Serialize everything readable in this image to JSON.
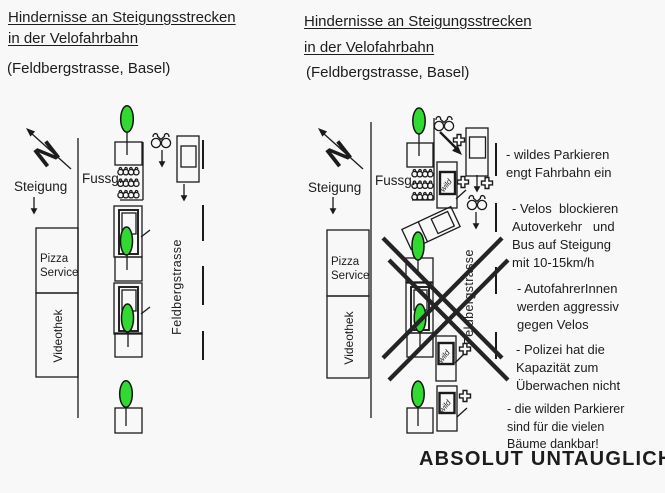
{
  "colors": {
    "background": "#f8f8f8",
    "tree_green": "#32d932",
    "ink": "#1a1a1a"
  },
  "left_panel": {
    "title_line1": "Hindernisse an Steigungsstrecken",
    "title_line2": "in der Velofahrbahn",
    "subtitle": "(Feldbergstrasse, Basel)",
    "labels": {
      "north": "N",
      "steigung": "Steigung",
      "fussg": "Fussg.",
      "pizza_line1": "Pizza",
      "pizza_line2": "Service",
      "videothek": "Videothek",
      "street": "Feldbergstrasse"
    }
  },
  "right_panel": {
    "title_line1": "Hindernisse an Steigungsstrecken",
    "title_line2": "in der Velofahrbahn",
    "subtitle": "(Feldbergstrasse, Basel)",
    "labels": {
      "north": "N",
      "steigung": "Steigung",
      "fussg": "Fussg.",
      "pizza_line1": "Pizza",
      "pizza_line2": "Service",
      "videothek": "Videothek",
      "street": "Feldbergstrasse",
      "wild": "wild"
    },
    "annotations": [
      {
        "lines": [
          "- wildes Parkieren",
          "engt Fahrbahn ein"
        ]
      },
      {
        "lines": [
          "- Velos  blockieren",
          "Autoverkehr   und",
          "Bus auf Steigung",
          "mit 10-15km/h"
        ]
      },
      {
        "lines": [
          "- AutofahrerInnen",
          "werden aggressiv",
          "gegen Velos"
        ]
      },
      {
        "lines": [
          "- Polizei hat die",
          "Kapazität zum",
          "Überwachen nicht"
        ]
      },
      {
        "lines": [
          "- die wilden Parkierer",
          "sind für die vielen",
          "Bäume dankbar!"
        ]
      }
    ],
    "verdict": "ABSOLUT UNTAUGLICH"
  }
}
